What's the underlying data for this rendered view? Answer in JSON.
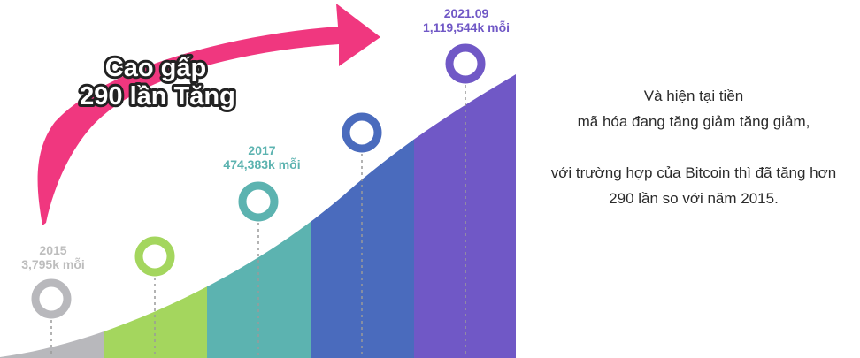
{
  "headline": {
    "line1": "Cao gấp",
    "line2": "290 lần Tăng"
  },
  "description": {
    "line1": "Và hiện tại tiền",
    "line2": "mã hóa đang tăng giảm tăng giảm,",
    "line3": "với trường hợp của Bitcoin thì đã tăng hơn",
    "line4": "290 lần so với năm 2015."
  },
  "chart_data": {
    "type": "area",
    "title": "",
    "unit": "k mỗi",
    "growth_multiple_text": "290 lần",
    "points": [
      {
        "period": "2015",
        "value": 3795,
        "value_label": "3,795k mỗi",
        "color": "#b8b8bc",
        "label_color": "#bdbdbd"
      },
      {
        "period": "",
        "value": null,
        "value_label": "",
        "color": "#a4d65e",
        "label_color": ""
      },
      {
        "period": "2017",
        "value": 474383,
        "value_label": "474,383k mỗi",
        "color": "#5cb3b0",
        "label_color": "#5cb3b0"
      },
      {
        "period": "",
        "value": null,
        "value_label": "",
        "color": "#4a6bbd",
        "label_color": ""
      },
      {
        "period": "2021.09",
        "value": 1119544,
        "value_label": "1,119,544k mỗi",
        "color": "#7058c6",
        "label_color": "#7058c6"
      }
    ],
    "arrow_color": "#f0377f"
  }
}
